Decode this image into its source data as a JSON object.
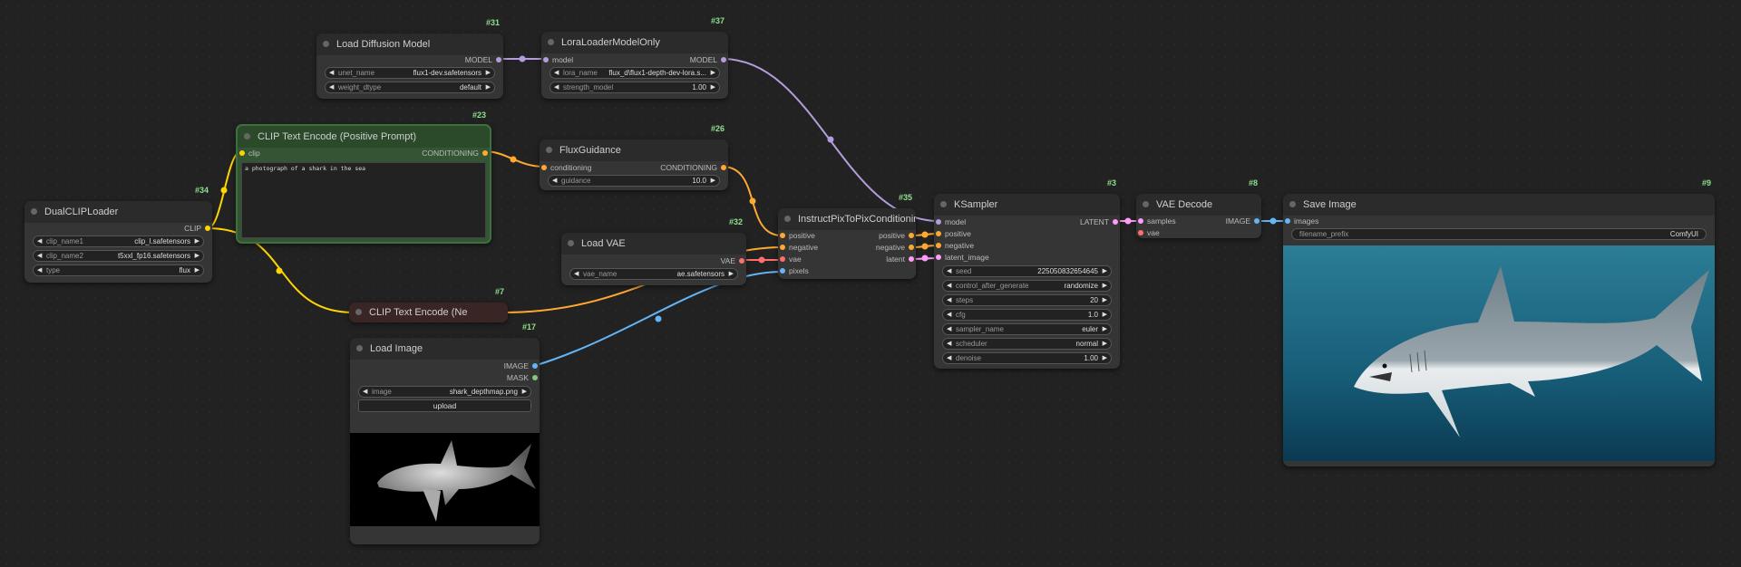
{
  "colors": {
    "model": "#b39ddb",
    "clip": "#ffd500",
    "conditioning": "#ffa931",
    "vae": "#ff6e6e",
    "latent": "#ff9cf9",
    "image": "#64b5f6",
    "mask": "#81c784"
  },
  "nodes": {
    "load_diffusion": {
      "id": "#31",
      "title": "Load Diffusion Model",
      "out_model": "MODEL",
      "unet_name_label": "unet_name",
      "unet_name_value": "flux1-dev.safetensors",
      "weight_dtype_label": "weight_dtype",
      "weight_dtype_value": "default"
    },
    "lora": {
      "id": "#37",
      "title": "LoraLoaderModelOnly",
      "in_model": "model",
      "out_model": "MODEL",
      "lora_name_label": "lora_name",
      "lora_name_value": "flux_d\\flux1-depth-dev-lora.s...",
      "strength_label": "strength_model",
      "strength_value": "1.00"
    },
    "clip_pos": {
      "id": "#23",
      "title": "CLIP Text Encode (Positive Prompt)",
      "in_clip": "clip",
      "out_cond": "CONDITIONING",
      "text": "a photograph of a shark in the sea"
    },
    "flux_guidance": {
      "id": "#26",
      "title": "FluxGuidance",
      "in_cond": "conditioning",
      "out_cond": "CONDITIONING",
      "guidance_label": "guidance",
      "guidance_value": "10.0"
    },
    "dual_clip": {
      "id": "#34",
      "title": "DualCLIPLoader",
      "out_clip": "CLIP",
      "clip1_label": "clip_name1",
      "clip1_value": "clip_l.safetensors",
      "clip2_label": "clip_name2",
      "clip2_value": "t5xxl_fp16.safetensors",
      "type_label": "type",
      "type_value": "flux"
    },
    "load_vae": {
      "id": "#32",
      "title": "Load VAE",
      "out_vae": "VAE",
      "vae_name_label": "vae_name",
      "vae_name_value": "ae.safetensors"
    },
    "clip_neg": {
      "id": "#7",
      "title": "CLIP Text Encode (Ne"
    },
    "load_image": {
      "id": "#17",
      "title": "Load Image",
      "out_image": "IMAGE",
      "out_mask": "MASK",
      "image_label": "image",
      "image_value": "shark_depthmap.png",
      "upload_label": "upload"
    },
    "ip2p": {
      "id": "#35",
      "title": "InstructPixToPixConditioning",
      "in_positive": "positive",
      "in_negative": "negative",
      "in_vae": "vae",
      "in_pixels": "pixels",
      "out_positive": "positive",
      "out_negative": "negative",
      "out_latent": "latent"
    },
    "ksampler": {
      "id": "#3",
      "title": "KSampler",
      "in_model": "model",
      "in_positive": "positive",
      "in_negative": "negative",
      "in_latent": "latent_image",
      "out_latent": "LATENT",
      "widgets": [
        {
          "label": "seed",
          "value": "225050832654645"
        },
        {
          "label": "control_after_generate",
          "value": "randomize"
        },
        {
          "label": "steps",
          "value": "20"
        },
        {
          "label": "cfg",
          "value": "1.0"
        },
        {
          "label": "sampler_name",
          "value": "euler"
        },
        {
          "label": "scheduler",
          "value": "normal"
        },
        {
          "label": "denoise",
          "value": "1.00"
        }
      ]
    },
    "vae_decode": {
      "id": "#8",
      "title": "VAE Decode",
      "in_samples": "samples",
      "in_vae": "vae",
      "out_image": "IMAGE"
    },
    "save_image": {
      "id": "#9",
      "title": "Save Image",
      "in_images": "images",
      "prefix_label": "filename_prefix",
      "prefix_value": "ComfyUI"
    }
  }
}
